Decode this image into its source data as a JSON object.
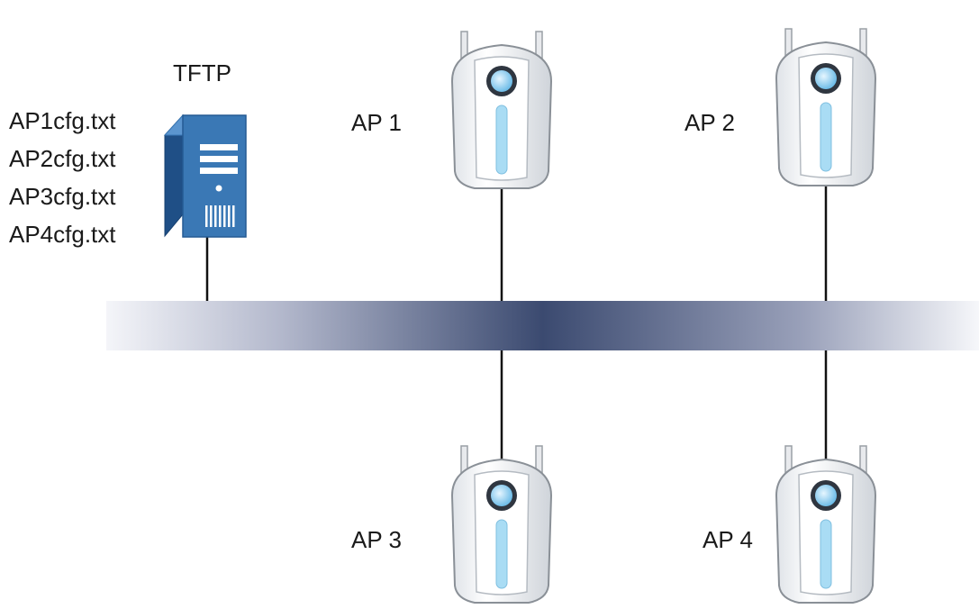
{
  "server": {
    "title": "TFTP",
    "files": [
      "AP1cfg.txt",
      "AP2cfg.txt",
      "AP3cfg.txt",
      "AP4cfg.txt"
    ]
  },
  "access_points": [
    {
      "label": "AP 1"
    },
    {
      "label": "AP 2"
    },
    {
      "label": "AP 3"
    },
    {
      "label": "AP 4"
    }
  ],
  "colors": {
    "network_bar_center": "#3b4a70",
    "network_bar_edge": "#f4f5f9",
    "server_body": "#3a78b5",
    "server_side": "#1f4f86",
    "ap_body": "#ffffff",
    "ap_accent": "#9fd3ef",
    "link_line": "#111111"
  }
}
